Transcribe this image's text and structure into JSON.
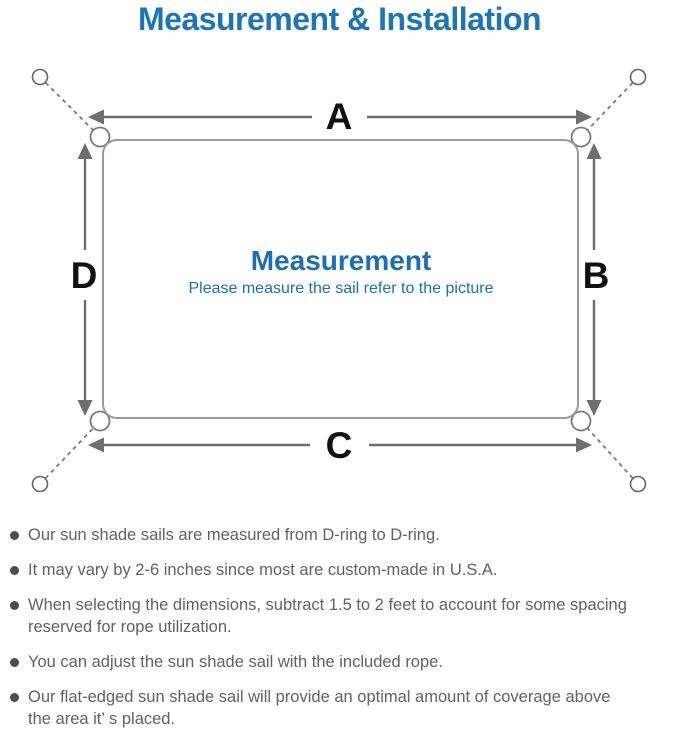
{
  "page": {
    "title": "Measurement & Installation"
  },
  "diagram": {
    "center_heading": "Measurement",
    "center_subheading": "Please measure the sail refer to the picture",
    "dimension_labels": {
      "top": "A",
      "right": "B",
      "bottom": "C",
      "left": "D"
    },
    "colors": {
      "accent_blue": "#1b75bc",
      "line_gray": "#7a7a7a",
      "arrow_gray": "#6e6e6e",
      "label_black": "#111111",
      "note_gray": "#626262"
    }
  },
  "notes": {
    "items": [
      {
        "text": "Our sun shade sails are measured from D-ring to D-ring."
      },
      {
        "text": "It may vary by 2-6 inches since most are custom-made in U.S.A."
      },
      {
        "text": "When selecting the dimensions, subtract 1.5 to 2 feet to account for some spacing\nreserved for rope utilization."
      },
      {
        "text": "You can adjust the sun shade sail with the included rope."
      },
      {
        "text": "Our flat-edged sun shade sail will provide an optimal amount of coverage above\nthe area it’ s placed."
      }
    ]
  }
}
